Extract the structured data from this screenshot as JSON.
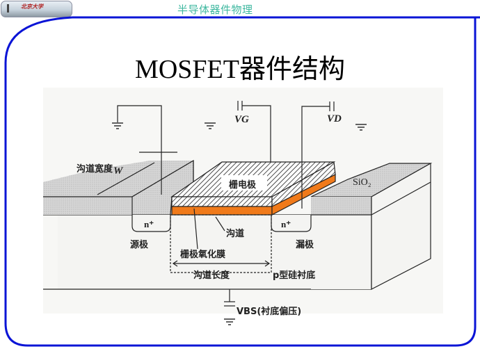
{
  "header": {
    "logo_text": "北京大学",
    "title": "半导体器件物理"
  },
  "slide": {
    "title": "MOSFET器件结构"
  },
  "diagram": {
    "labels": {
      "channel_width": "沟道宽度",
      "width_symbol": "W",
      "gate_electrode": "栅电极",
      "sio2": "SiO₂",
      "source_doping": "n⁺",
      "drain_doping": "n⁺",
      "source": "源极",
      "drain": "漏极",
      "channel": "沟道",
      "gate_oxide": "栅极氧化膜",
      "channel_length": "沟道长度",
      "substrate": "p型硅衬底",
      "vg": "VG",
      "vd": "VD",
      "vbs": "VBS(衬底偏压)"
    },
    "colors": {
      "gate_oxide": "#f07a1a",
      "field_oxide": "#d4d4d4",
      "border": "#0a14d6",
      "header": "#3fb8a0"
    }
  }
}
